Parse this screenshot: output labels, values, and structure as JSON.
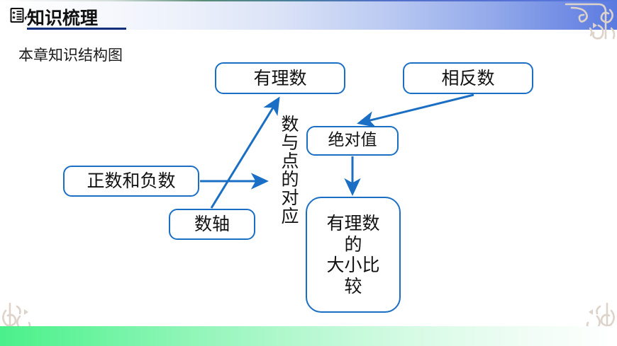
{
  "header": {
    "title": "知识梳理",
    "icon": "bulleted-list-icon",
    "accent_color": "#5b7ae0",
    "underline_color": "#0b2f7a"
  },
  "footer": {
    "accent_color": "#4af08a"
  },
  "ornaments": {
    "color": "#d8cec6",
    "top_right": "corner-flourish-icon",
    "bottom_left": "corner-flourish-icon",
    "bottom_right": "corner-flourish-icon"
  },
  "content": {
    "subtitle": "本章知识结构图"
  },
  "diagram": {
    "node_border_color": "#1a6fc4",
    "arrow_color": "#1a6fc4",
    "vertical_label": "数与点的对应",
    "nodes": [
      {
        "id": "rational",
        "label": "有理数"
      },
      {
        "id": "opposite",
        "label": "相反数"
      },
      {
        "id": "absolute",
        "label": "绝对值"
      },
      {
        "id": "posneg",
        "label": "正数和负数"
      },
      {
        "id": "numberline",
        "label": "数轴"
      },
      {
        "id": "compare",
        "label": "有理数的大小比较"
      }
    ],
    "compare_lines": [
      "有理数",
      "的",
      "大小比",
      "较"
    ],
    "edges": [
      {
        "from": "numberline",
        "to": "rational"
      },
      {
        "from": "posneg",
        "to": "numberline"
      },
      {
        "from": "opposite",
        "to": "absolute"
      },
      {
        "from": "absolute",
        "to": "compare"
      }
    ]
  }
}
